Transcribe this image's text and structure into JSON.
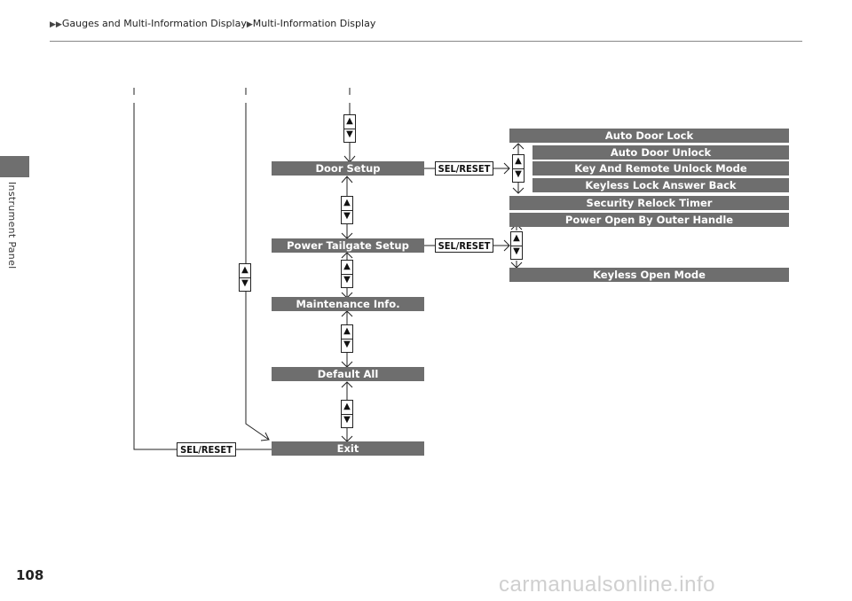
{
  "breadcrumb": {
    "section": "Gauges and Multi-Information Display",
    "page": "Multi-Information Display"
  },
  "side_tab": {
    "label": "Instrument Panel"
  },
  "page_number": "108",
  "watermark": "carmanualsonline.info",
  "icons": {
    "arrow": "triangle-right",
    "up": "triangle-up",
    "down": "triangle-down"
  },
  "colors": {
    "menu_bar": "#6e6e6e",
    "bar_text": "#ffffff",
    "side_tab": "#6f6f6f"
  },
  "diagram": {
    "main_menu": [
      "Door Setup",
      "Power Tailgate Setup",
      "Maintenance Info.",
      "Default All",
      "Exit"
    ],
    "door_setup_options": [
      "Auto Door Lock",
      "Auto Door Unlock",
      "Key And Remote Unlock Mode",
      "Keyless Lock Answer Back",
      "Security Relock Timer"
    ],
    "tailgate_options": [
      "Power Open By Outer Handle",
      "Keyless Open Mode"
    ],
    "button_label": "SEL/RESET"
  }
}
